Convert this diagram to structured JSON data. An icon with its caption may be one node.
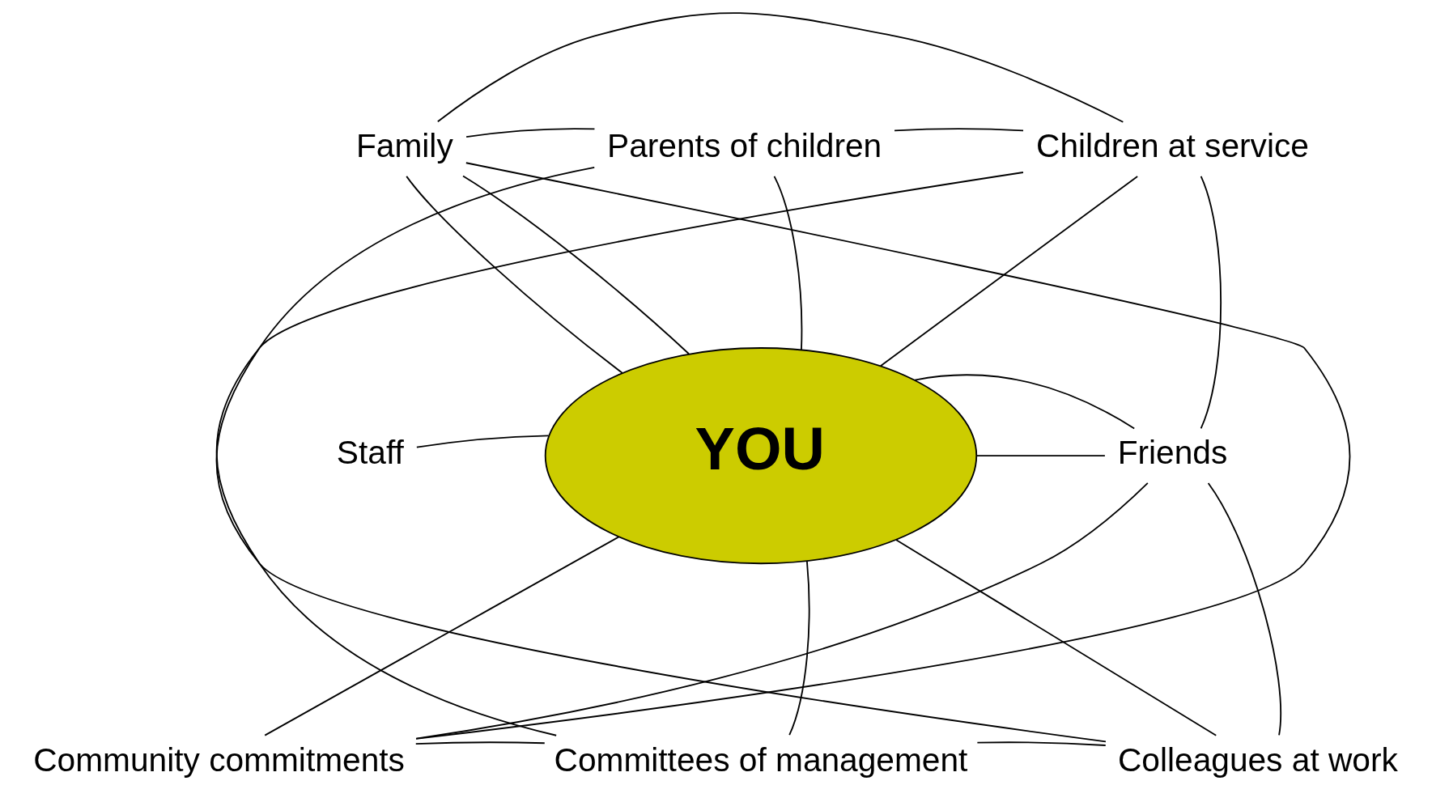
{
  "diagram": {
    "nodes": [
      {
        "text": [
          "YOU"
        ]
      },
      {
        "text": [
          "Parents of children"
        ]
      },
      {
        "text": [
          "Family"
        ]
      },
      {
        "text": [
          "Children at service"
        ]
      },
      {
        "text": [
          "Staff"
        ]
      },
      {
        "text": [
          "Friends"
        ]
      },
      {
        "text": [
          "Colleagues at work"
        ]
      },
      {
        "text": [
          "Community commitments"
        ]
      },
      {
        "text": [
          "Committees of management"
        ]
      }
    ],
    "edges": [
      {
        "from": 2,
        "to": 3,
        "arrow": "none"
      },
      {
        "from": 2,
        "to": 1,
        "arrow": "none"
      },
      {
        "from": 1,
        "to": 3,
        "arrow": "none"
      },
      {
        "from": 1,
        "to": 0,
        "arrow": "none"
      },
      {
        "from": 1,
        "to": 6,
        "arrow": "none"
      },
      {
        "from": 3,
        "to": 0,
        "arrow": "none"
      },
      {
        "from": 3,
        "to": 8,
        "arrow": "none"
      },
      {
        "from": 3,
        "to": 5,
        "arrow": "none"
      },
      {
        "from": 5,
        "to": 6,
        "arrow": "none"
      },
      {
        "from": 5,
        "to": 0,
        "arrow": "none"
      },
      {
        "from": 5,
        "to": 0,
        "arrow": "none"
      },
      {
        "from": 5,
        "to": 7,
        "arrow": "none"
      },
      {
        "from": 2,
        "to": 0,
        "arrow": "none"
      },
      {
        "from": 2,
        "to": 0,
        "arrow": "none"
      },
      {
        "from": 2,
        "to": 7,
        "arrow": "none"
      },
      {
        "from": 4,
        "to": 0,
        "arrow": "none"
      },
      {
        "from": 7,
        "to": 0,
        "arrow": "none"
      },
      {
        "from": 7,
        "to": 8,
        "arrow": "none"
      },
      {
        "from": 8,
        "to": 0,
        "arrow": "none"
      },
      {
        "from": 8,
        "to": 6,
        "arrow": "none"
      },
      {
        "from": 6,
        "to": 0,
        "arrow": "none"
      }
    ]
  }
}
